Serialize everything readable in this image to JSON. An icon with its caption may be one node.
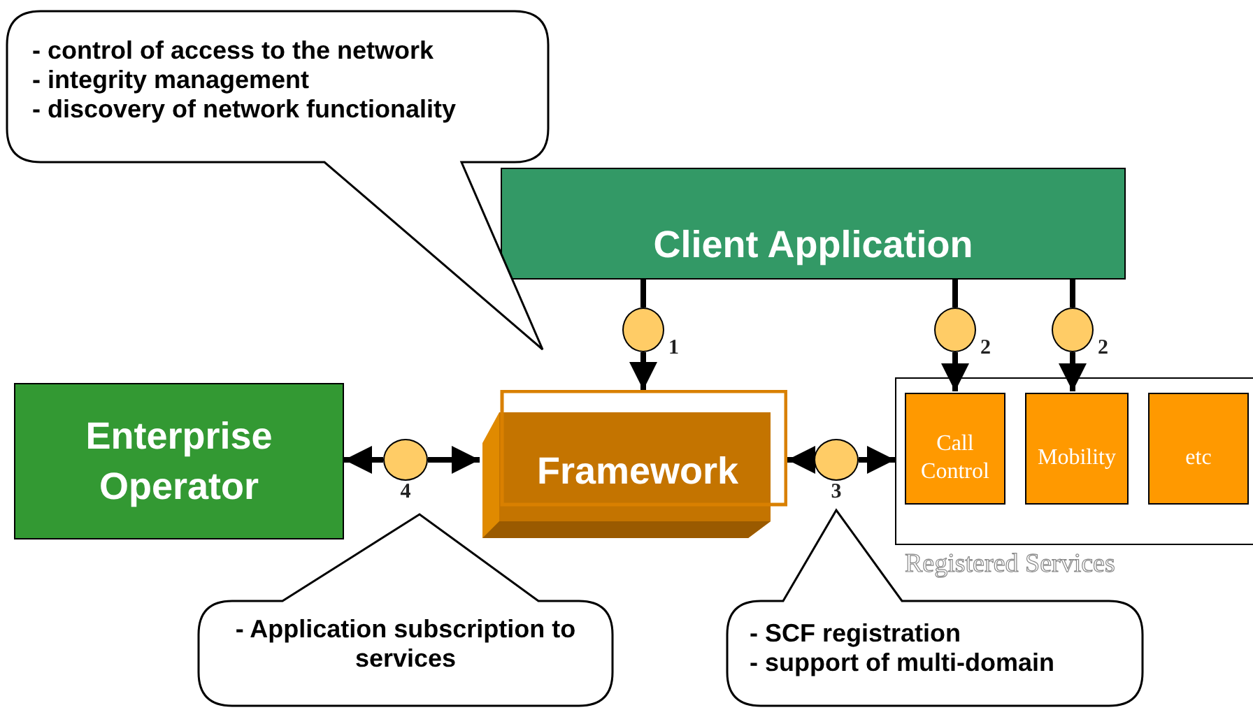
{
  "diagram": {
    "nodes": [
      {
        "text": [
          "- control of access to the network",
          "- integrity management",
          "- discovery of network functionality"
        ]
      },
      {
        "text": [
          "Client Application"
        ]
      },
      {
        "text": [
          "Enterprise Operator"
        ]
      },
      {
        "text": [
          "Framework"
        ]
      },
      {
        "text": [
          "Registered Services"
        ]
      },
      {
        "text": [
          "Call Control"
        ],
        "in": 4
      },
      {
        "text": [
          "Mobility"
        ],
        "in": 4
      },
      {
        "text": [
          "etc"
        ],
        "in": 4
      },
      {
        "text": [
          "- Application subscription to services"
        ]
      },
      {
        "text": [
          "- SCF registration",
          "- support of multi-domain"
        ]
      },
      {
        "text": [
          "1"
        ]
      },
      {
        "text": [
          "2"
        ]
      },
      {
        "text": [
          "2"
        ]
      },
      {
        "text": [
          "4"
        ]
      },
      {
        "text": [
          "3"
        ]
      }
    ],
    "edges": [
      {
        "from": 1,
        "to": 10,
        "arrow": "none"
      },
      {
        "from": 10,
        "to": 3,
        "arrow": "to"
      },
      {
        "from": 1,
        "to": 11,
        "arrow": "none"
      },
      {
        "from": 11,
        "to": 5,
        "arrow": "to"
      },
      {
        "from": 1,
        "to": 12,
        "arrow": "none"
      },
      {
        "from": 12,
        "to": 6,
        "arrow": "to"
      },
      {
        "from": 13,
        "to": 2,
        "arrow": "to"
      },
      {
        "from": 13,
        "to": 3,
        "arrow": "to"
      },
      {
        "from": 14,
        "to": 3,
        "arrow": "to"
      },
      {
        "from": 14,
        "to": 4,
        "arrow": "to"
      }
    ]
  }
}
